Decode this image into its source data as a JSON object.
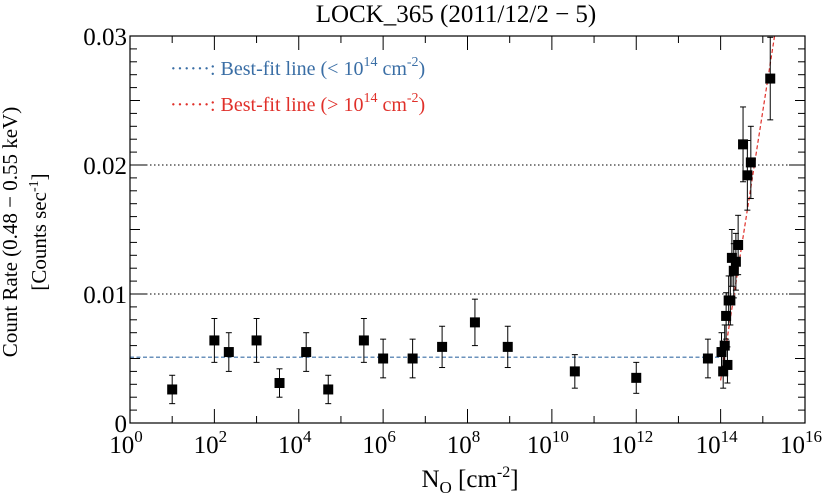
{
  "chart_data": {
    "type": "scatter",
    "title": "LOCK_365 (2011/12/2 − 5)",
    "xlabel": {
      "main": "N",
      "sub": "O",
      "unit": " [cm",
      "unit_sup": "-2",
      "close": "]"
    },
    "ylabel_line1": "Count Rate (0.48 − 0.55 keV)",
    "ylabel_line2": {
      "main": "[Counts sec",
      "sup": "-1",
      "close": "]"
    },
    "x_scale": "log",
    "xlim": [
      1,
      1e+16
    ],
    "ylim": [
      0,
      0.03
    ],
    "x_ticks": [
      {
        "value": 1,
        "base": "10",
        "exp": "0"
      },
      {
        "value": 100,
        "base": "10",
        "exp": "2"
      },
      {
        "value": 10000,
        "base": "10",
        "exp": "4"
      },
      {
        "value": 1000000,
        "base": "10",
        "exp": "6"
      },
      {
        "value": 100000000,
        "base": "10",
        "exp": "8"
      },
      {
        "value": 10000000000,
        "base": "10",
        "exp": "10"
      },
      {
        "value": 1000000000000,
        "base": "10",
        "exp": "12"
      },
      {
        "value": 100000000000000,
        "base": "10",
        "exp": "14"
      },
      {
        "value": 10000000000000000,
        "base": "10",
        "exp": "16"
      }
    ],
    "y_ticks": [
      {
        "value": 0,
        "label": "0"
      },
      {
        "value": 0.01,
        "label": "0.01"
      },
      {
        "value": 0.02,
        "label": "0.02"
      },
      {
        "value": 0.03,
        "label": "0.03"
      }
    ],
    "grid_y": [
      0.01,
      0.02
    ],
    "series": [
      {
        "marker": "square",
        "color": "#000000",
        "points": [
          {
            "x": 10.0,
            "y": 0.0026,
            "err": 0.0011
          },
          {
            "x": 100.0,
            "y": 0.0064,
            "err": 0.0017
          },
          {
            "x": 220.0,
            "y": 0.0055,
            "err": 0.0015
          },
          {
            "x": 1000.0,
            "y": 0.0064,
            "err": 0.0017
          },
          {
            "x": 3500.0,
            "y": 0.0031,
            "err": 0.0011
          },
          {
            "x": 15000.0,
            "y": 0.0055,
            "err": 0.0015
          },
          {
            "x": 50000.0,
            "y": 0.0026,
            "err": 0.0011
          },
          {
            "x": 350000.0,
            "y": 0.0064,
            "err": 0.0017
          },
          {
            "x": 1000000.0,
            "y": 0.005,
            "err": 0.0015
          },
          {
            "x": 5000000.0,
            "y": 0.005,
            "err": 0.0015
          },
          {
            "x": 25000000.0,
            "y": 0.0059,
            "err": 0.0016
          },
          {
            "x": 150000000.0,
            "y": 0.0078,
            "err": 0.0018
          },
          {
            "x": 900000000.0,
            "y": 0.0059,
            "err": 0.0016
          },
          {
            "x": 35000000000.0,
            "y": 0.004,
            "err": 0.0013
          },
          {
            "x": 1000000000000.0,
            "y": 0.0035,
            "err": 0.0012
          },
          {
            "x": 50000000000000.0,
            "y": 0.005,
            "err": 0.0015
          },
          {
            "x": 105000000000000.0,
            "y": 0.0055,
            "err": 0.0015
          },
          {
            "x": 115000000000000.0,
            "y": 0.004,
            "err": 0.0013
          },
          {
            "x": 125000000000000.0,
            "y": 0.006,
            "err": 0.0016
          },
          {
            "x": 135000000000000.0,
            "y": 0.0083,
            "err": 0.0018
          },
          {
            "x": 145000000000000.0,
            "y": 0.0045,
            "err": 0.0014
          },
          {
            "x": 155000000000000.0,
            "y": 0.0095,
            "err": 0.0019
          },
          {
            "x": 170000000000000.0,
            "y": 0.0095,
            "err": 0.0019
          },
          {
            "x": 185000000000000.0,
            "y": 0.0128,
            "err": 0.0022
          },
          {
            "x": 205000000000000.0,
            "y": 0.0118,
            "err": 0.0021
          },
          {
            "x": 230000000000000.0,
            "y": 0.0125,
            "err": 0.0022
          },
          {
            "x": 260000000000000.0,
            "y": 0.0138,
            "err": 0.0023
          },
          {
            "x": 340000000000000.0,
            "y": 0.0216,
            "err": 0.0029
          },
          {
            "x": 430000000000000.0,
            "y": 0.0192,
            "err": 0.0027
          },
          {
            "x": 520000000000000.0,
            "y": 0.0202,
            "err": 0.0028
          },
          {
            "x": 1500000000000000.0,
            "y": 0.0267,
            "err": 0.0032
          }
        ]
      }
    ],
    "fit_lines": [
      {
        "label": "······: Best-fit line (< 10",
        "label_sup": "14",
        "label_end": " cm",
        "label_end_sup": "-2",
        "label_close": ")",
        "color": "#3a6ea5",
        "style": "dashed",
        "x_range": [
          1,
          100000000000000.0
        ],
        "y": 0.0051
      },
      {
        "label": "······: Best-fit line (> 10",
        "label_sup": "14",
        "label_end": " cm",
        "label_end_sup": "-2",
        "label_close": ")",
        "color": "#e0302a",
        "style": "dashed",
        "points": [
          {
            "x": 100000000000000.0,
            "y": 0.0033
          },
          {
            "x": 1900000000000000.0,
            "y": 0.03
          }
        ]
      }
    ],
    "legend_position": "top-left"
  }
}
